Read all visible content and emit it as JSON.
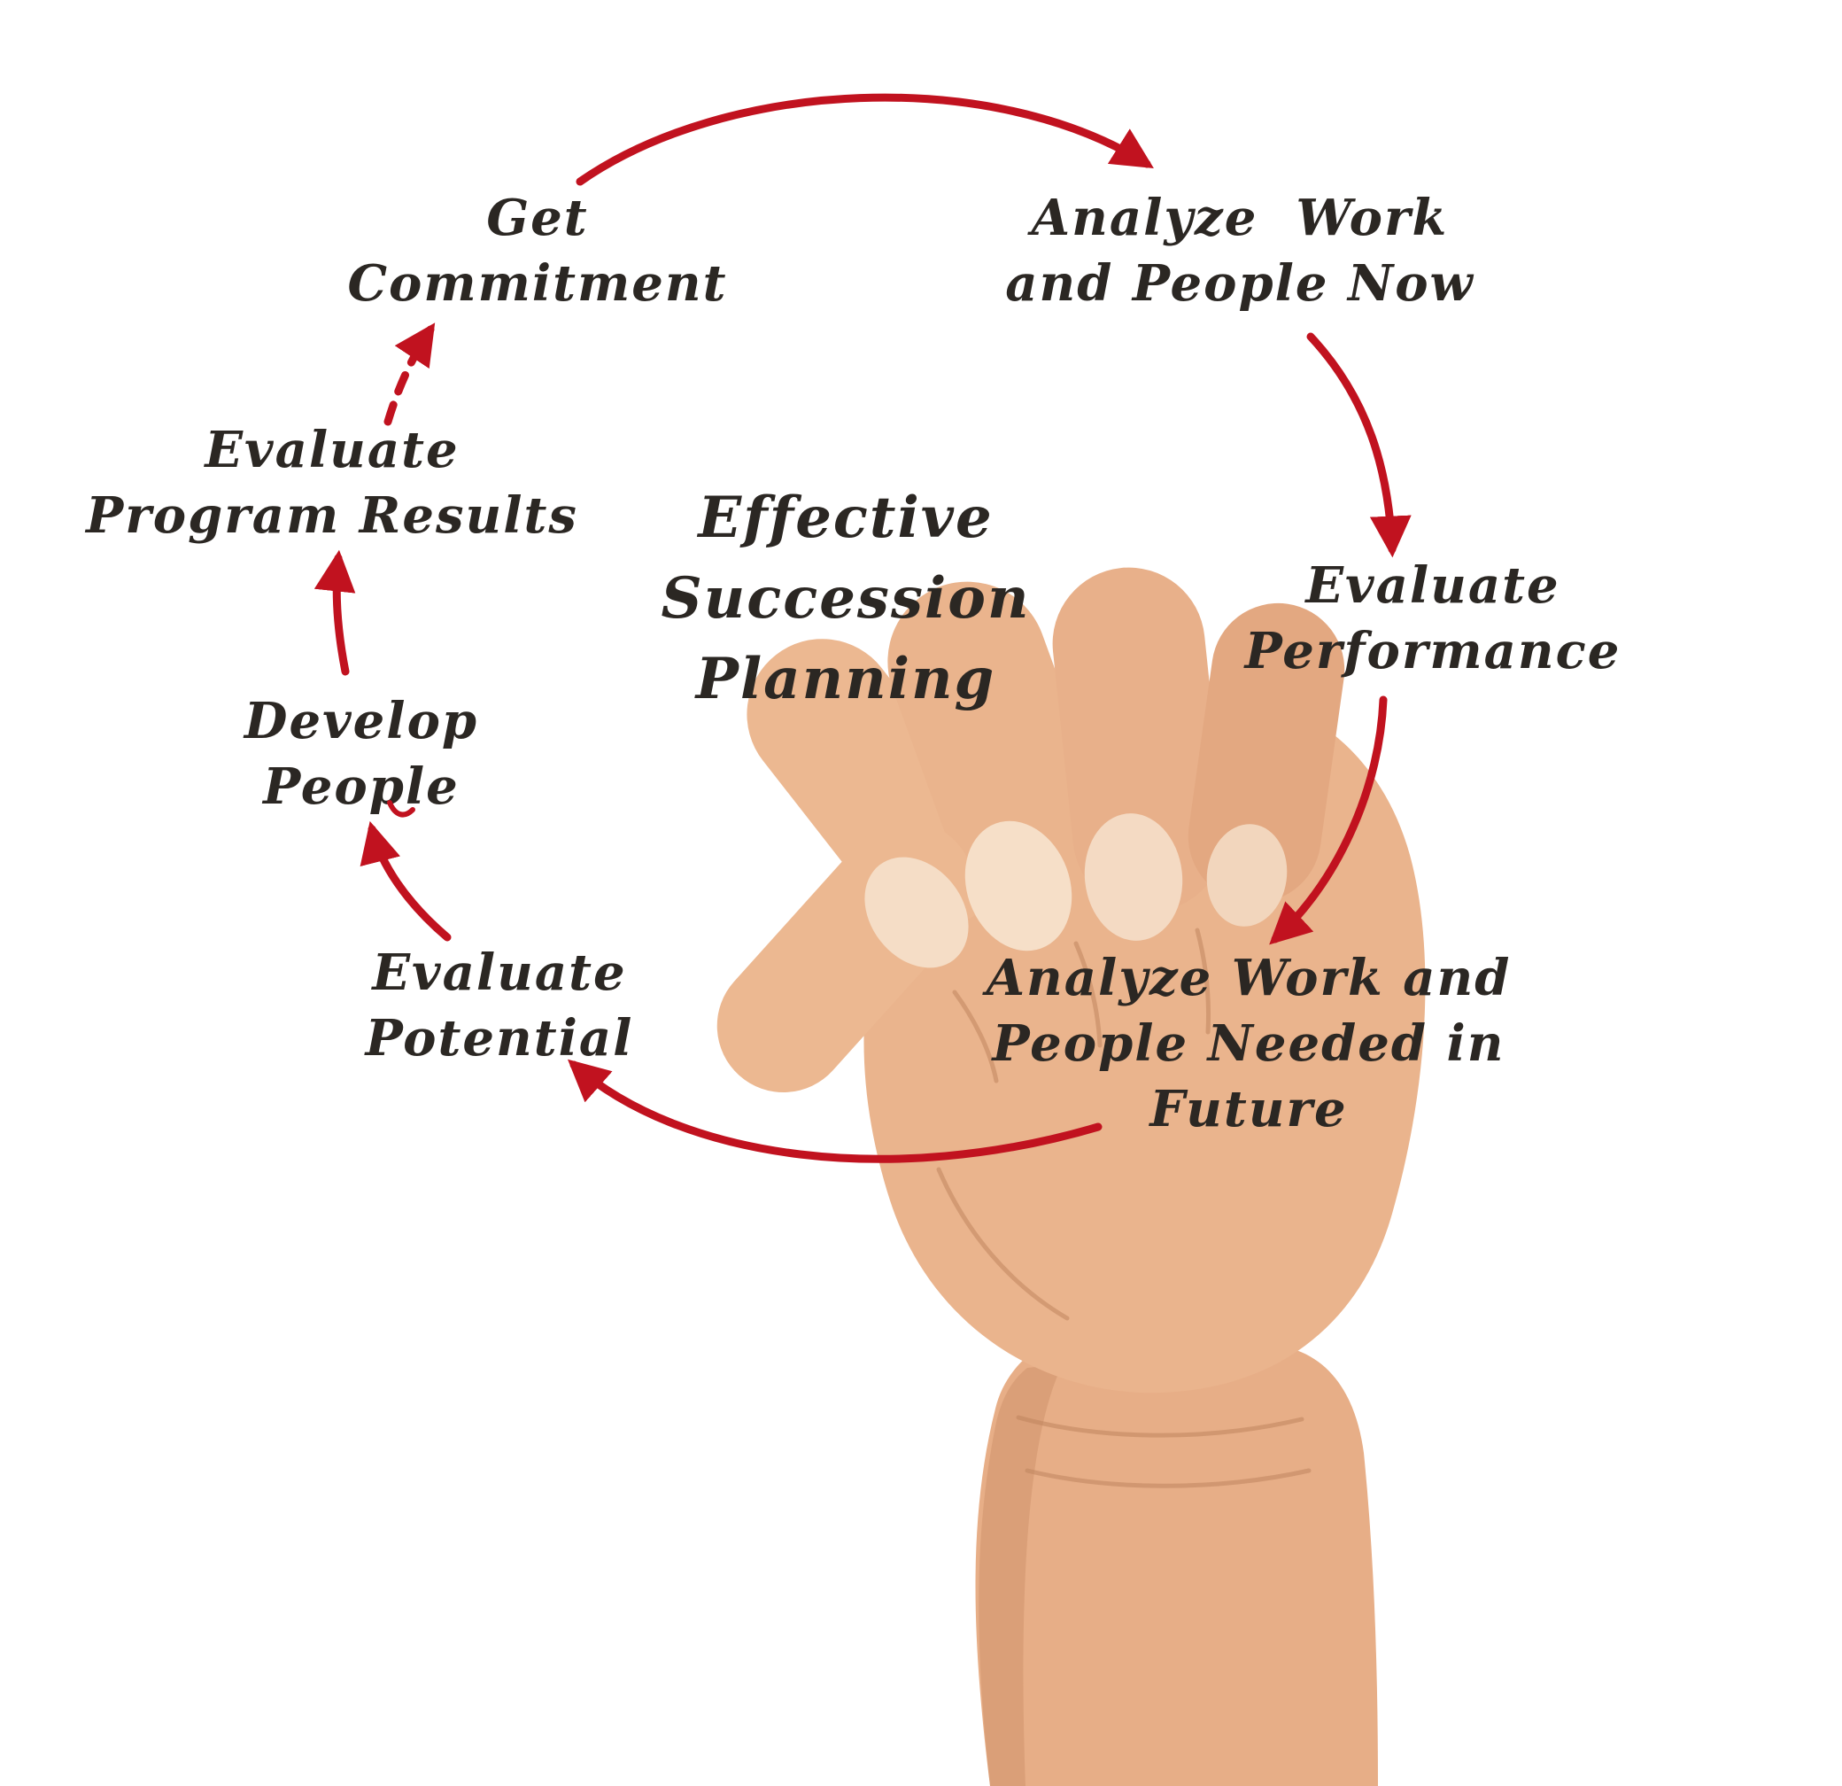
{
  "diagram": {
    "title": "Effective\nSuccession\nPlanning",
    "steps": [
      {
        "id": "get-commitment",
        "label": "Get\nCommitment"
      },
      {
        "id": "analyze-work-now",
        "label": "Analyze  Work\nand People Now"
      },
      {
        "id": "evaluate-performance",
        "label": "Evaluate\nPerformance"
      },
      {
        "id": "analyze-work-future",
        "label": "Analyze Work and\nPeople Needed in Future"
      },
      {
        "id": "evaluate-potential",
        "label": "Evaluate\nPotential"
      },
      {
        "id": "develop-people",
        "label": "Develop\nPeople"
      },
      {
        "id": "evaluate-program-results",
        "label": "Evaluate\nProgram Results"
      }
    ],
    "flow": "circular-clockwise",
    "colors": {
      "arrow_red": "#c1121f",
      "text": "#2b2723",
      "background": "#ffffff",
      "hand_skin": "#eab48d",
      "pen_body": "#3b3834"
    }
  }
}
